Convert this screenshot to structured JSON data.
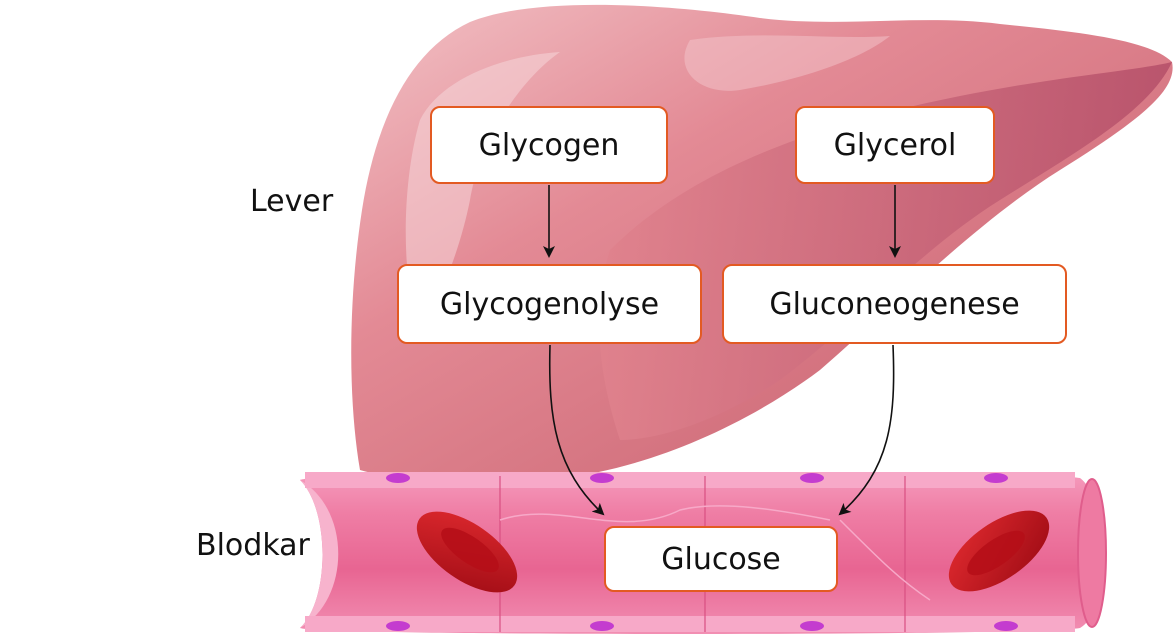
{
  "organs": {
    "liver_label": "Lever",
    "vessel_label": "Blodkar"
  },
  "nodes": {
    "glycogen": "Glycogen",
    "glycerol": "Glycerol",
    "glycogenolyse": "Glycogenolyse",
    "gluconeogenese": "Gluconeogenese",
    "glucose": "Glucose"
  },
  "colors": {
    "liver": "#d9737f",
    "liver_dark": "#b4505e",
    "liver_highlight": "#f2c2c6",
    "vessel": "#ec6f9a",
    "vessel_light": "#f7a9c8",
    "vessel_nucleus": "#c43ccf",
    "blood_cell": "#c8121e",
    "box_border": "#e35a22",
    "arrow": "#111111"
  }
}
